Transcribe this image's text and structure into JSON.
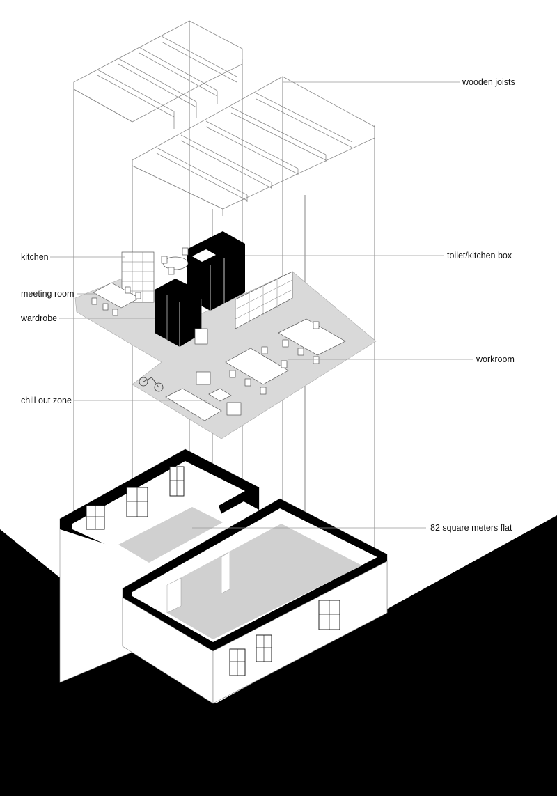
{
  "labels": {
    "wooden_joists": "wooden joists",
    "kitchen": "kitchen",
    "toilet_kitchen_box": "toilet/kitchen box",
    "meeting_room": "meeting room",
    "wardrobe": "wardrobe",
    "workroom": "workroom",
    "chill_out_zone": "chill out zone",
    "flat": "82 square meters flat"
  },
  "colors": {
    "ground": "#000000",
    "floor_plate": "#d9d9d9",
    "floor_gray": "#cfcfcf",
    "box_fill": "#000000",
    "lines": "#8a8a8a",
    "text": "#111111"
  }
}
